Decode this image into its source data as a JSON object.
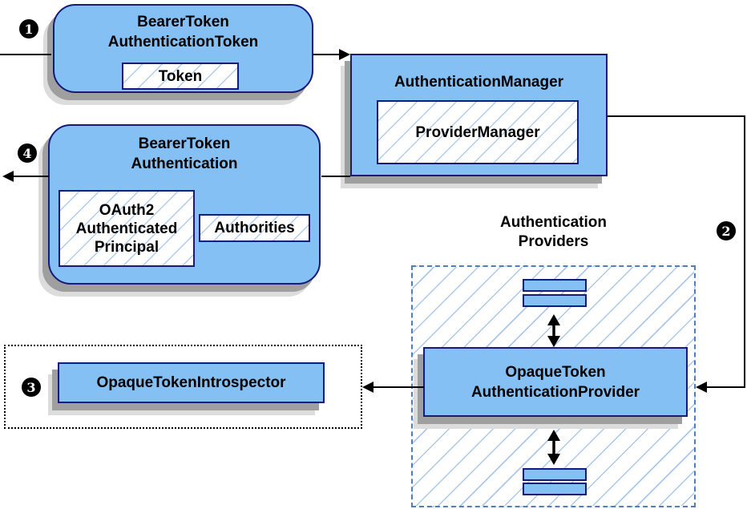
{
  "nodes": {
    "bearer_token_authentication_token": {
      "title": "BearerToken\nAuthenticationToken",
      "token_label": "Token"
    },
    "authentication_manager": {
      "title": "AuthenticationManager",
      "provider_manager_label": "ProviderManager"
    },
    "bearer_token_authentication": {
      "title": "BearerToken\nAuthentication",
      "principal_label": "OAuth2\nAuthenticated\nPrincipal",
      "authorities_label": "Authorities"
    },
    "authentication_providers": {
      "title": "Authentication\nProviders"
    },
    "opaque_token_authentication_provider": {
      "title": "OpaqueToken\nAuthenticationProvider"
    },
    "opaque_token_introspector": {
      "title": "OpaqueTokenIntrospector"
    }
  },
  "steps": {
    "step1": "1",
    "step2": "2",
    "step3": "3",
    "step4": "4"
  },
  "colors": {
    "node_fill": "#84c0f4",
    "node_border": "#141b7a",
    "hatch_line": "#abc9ee",
    "providers_dashed_border": "#4f7dbd",
    "dotted_wrapper_border": "#000000",
    "shadow_dark": "#9f9f9f",
    "shadow_light": "#dcdcdc",
    "arrow_color": "#000000",
    "badge_bg": "#000000",
    "badge_text": "#ffffff"
  }
}
